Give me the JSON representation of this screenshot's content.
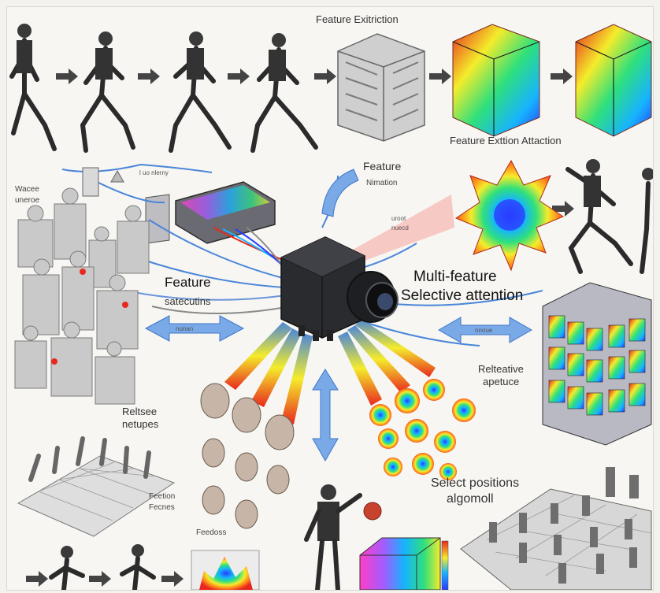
{
  "labels": {
    "feature_extraction_top": "Feature Exitriction",
    "feature_extraction_attention": "Feature Exttion Attaction",
    "feature_right_title": "Feature",
    "feature_right_sub": "Nimation",
    "small_center_a": "uroot",
    "small_center_b": "nuecd",
    "left_small_a": "Wacee",
    "left_small_b": "uneroe",
    "left_top_small": "l uo nlerny",
    "feature_left_title": "Feature",
    "feature_left_sub": "satecutins",
    "arrow_left_text": "nunan",
    "arrow_right_text": "nnoue",
    "multi_feature_line1": "Multi-feature",
    "multi_feature_line2": "Selective attention",
    "reltetive_1": "Relteative",
    "reltetive_2": "apetuce",
    "reltsee_1": "Reltsee",
    "reltsee_2": "netupes",
    "select_positions_1": "Select positions",
    "select_positions_2": "algomoll",
    "feetion_1": "Feetion",
    "feetion_2": "Fecnes",
    "feedors": "Feedoss"
  },
  "colors": {
    "spectrum": [
      "#2a3cff",
      "#16b3ff",
      "#2fe07c",
      "#f4ec2b",
      "#ff8b1c",
      "#e8281e"
    ],
    "arrow_blue": "#4a86d9",
    "sketch_gray": "#8b8b8b",
    "camera": "#1e1f22",
    "background": "#f7f6f2"
  },
  "icons": {
    "camera": "camera-icon",
    "figures": "runner-figure-icon",
    "arrows": "arrow-icon"
  }
}
